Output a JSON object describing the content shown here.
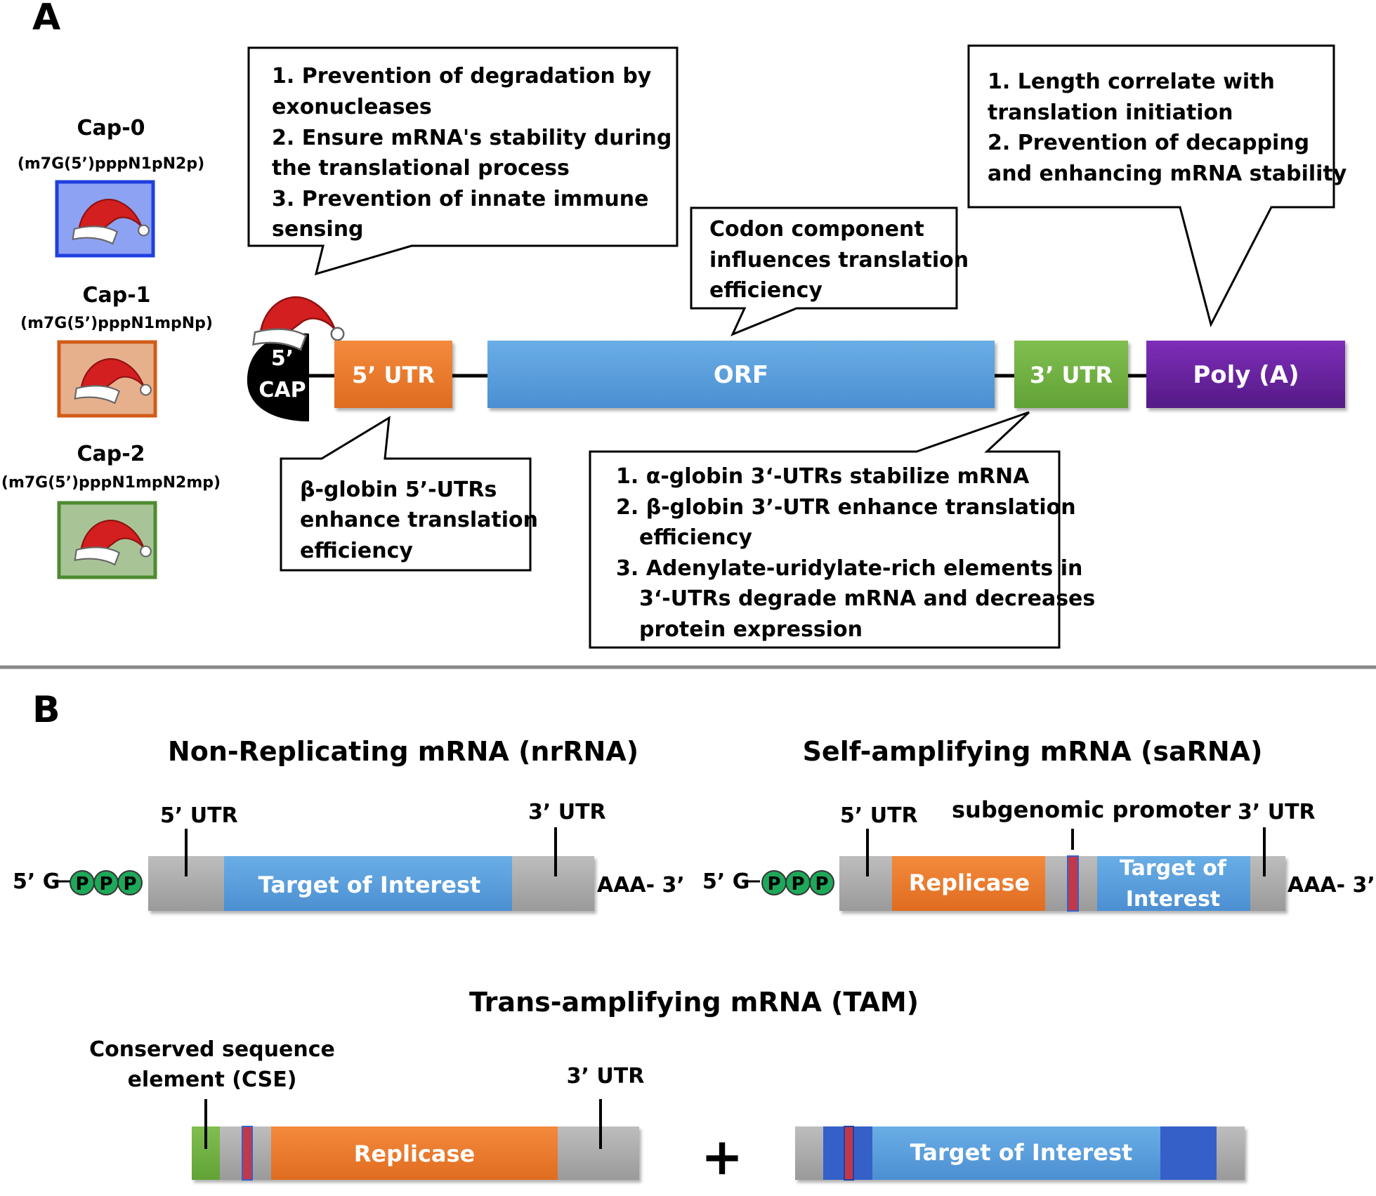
{
  "panel_a": {
    "letter": "A",
    "caps": [
      {
        "title": "Cap-0",
        "formula": "(m7G(5’)pppN1pN2p)",
        "border": "#1f3fe0",
        "fill": "#8da2f2"
      },
      {
        "title": "Cap-1",
        "formula": "(m7G(5’)pppN1mpNp)",
        "border": "#d05c18",
        "fill": "#e7b08d"
      },
      {
        "title": "Cap-2",
        "formula": "(m7G(5’)pppN1mpN2mp)",
        "border": "#4e8a31",
        "fill": "#a8c496"
      }
    ],
    "cap_label": [
      "5’",
      "CAP"
    ],
    "segments": {
      "utr5": "5’ UTR",
      "orf": "ORF",
      "utr3": "3’ UTR",
      "polya": "Poly (A)"
    },
    "callouts": {
      "cap": [
        "1. Prevention of degradation  by",
        "exonucleases",
        "2. Ensure mRNA's stability during",
        "the translational process",
        "3. Prevention of innate immune",
        "sensing"
      ],
      "orf": [
        "Codon component",
        "influences translation",
        "efficiency"
      ],
      "polya": [
        "1. Length correlate with",
        "translation initiation",
        "2. Prevention of decapping",
        "and enhancing mRNA stability"
      ],
      "utr5": [
        "β-globin 5’-UTRs",
        "enhance translation",
        "efficiency"
      ],
      "utr3": [
        "1. α-globin 3‘-UTRs stabilize mRNA",
        "2. β-globin 3’-UTR enhance translation",
        "efficiency",
        "3. Adenylate-uridylate-rich elements in",
        "3‘-UTRs degrade mRNA and decreases",
        "protein expression"
      ]
    }
  },
  "panel_b": {
    "letter": "B",
    "nrrna": {
      "title": "Non-Replicating mRNA (nrRNA)",
      "utr5": "5’ UTR",
      "utr3": "3’ UTR",
      "five_prime": "5’ G",
      "phosphates": [
        "P",
        "P",
        "P"
      ],
      "target": "Target of Interest",
      "tail": "AAA- 3’"
    },
    "sarna": {
      "title": "Self-amplifying mRNA (saRNA)",
      "utr5": "5’ UTR",
      "promoter": "subgenomic promoter",
      "utr3": "3’ UTR",
      "five_prime": "5’ G",
      "phosphates": [
        "P",
        "P",
        "P"
      ],
      "replicase": "Replicase",
      "target_lines": [
        "Target of",
        "Interest"
      ],
      "tail": "AAA- 3’"
    },
    "tam": {
      "title": "Trans-amplifying mRNA (TAM)",
      "cse_lines": [
        "Conserved sequence",
        "element (CSE)"
      ],
      "utr3": "3’ UTR",
      "replicase": "Replicase",
      "plus": "+",
      "target": "Target of Interest"
    }
  },
  "colors": {
    "orange": "#ec7a2e",
    "blue": "#5b9fdb",
    "green": "#72b243",
    "purple": "#6a239f",
    "grey": "#ababab",
    "phosphate": "#1ea85a",
    "dark_blue": "#3560c8",
    "promoter_red": "#c0394b"
  }
}
